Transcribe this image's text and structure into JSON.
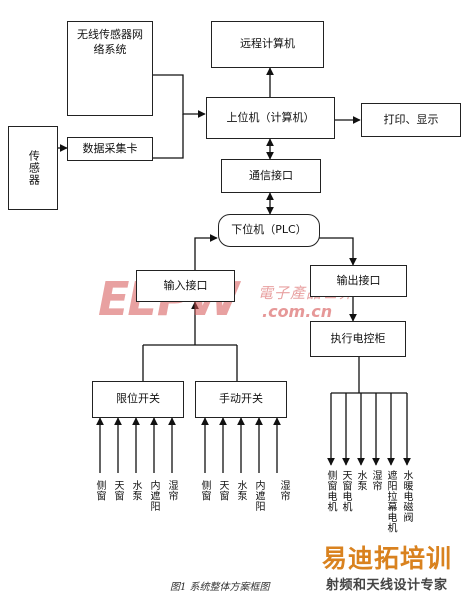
{
  "boxes": {
    "wireless": "无线传感器网络系统",
    "remote": "远程计算机",
    "sensor": "传感器",
    "daq": "数据采集卡",
    "host": "上位机（计算机）",
    "print": "打印、显示",
    "comm": "通信接口",
    "plc": "下位机（PLC）",
    "input": "输入接口",
    "output": "输出接口",
    "cabinet": "执行电控柜",
    "limit": "限位开关",
    "manual": "手动开关"
  },
  "limit_inputs": [
    "侧窗",
    "天窗",
    "水泵",
    "内遮阳",
    "湿帘"
  ],
  "manual_inputs": [
    "侧窗",
    "天窗",
    "水泵",
    "内遮阳",
    "湿帘"
  ],
  "outputs": [
    "侧窗电机",
    "天窗电机",
    "水泵",
    "湿帘",
    "遮阳拉幕电机",
    "水暖电磁阀"
  ],
  "watermark": {
    "logo": "EEPW",
    "cn": "電子產品世界",
    "url": ".com.cn"
  },
  "caption": "图1 系统整体方案框图",
  "branding": {
    "title": "易迪拓培训",
    "subtitle": "射频和天线设计专家"
  }
}
